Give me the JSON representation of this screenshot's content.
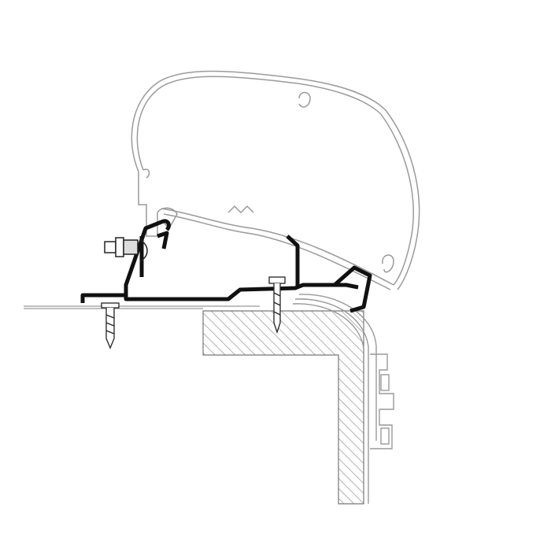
{
  "diagram": {
    "colors": {
      "line": "#9a9a9a",
      "profile": "#111111",
      "hatch": "#8a8a8a",
      "background": "#ffffff"
    },
    "parts": [
      "awning-housing",
      "adapter-rail",
      "roof-line",
      "wall-hatched-section",
      "wall-corner-profile",
      "screw-left",
      "screw-right",
      "bolt"
    ]
  }
}
